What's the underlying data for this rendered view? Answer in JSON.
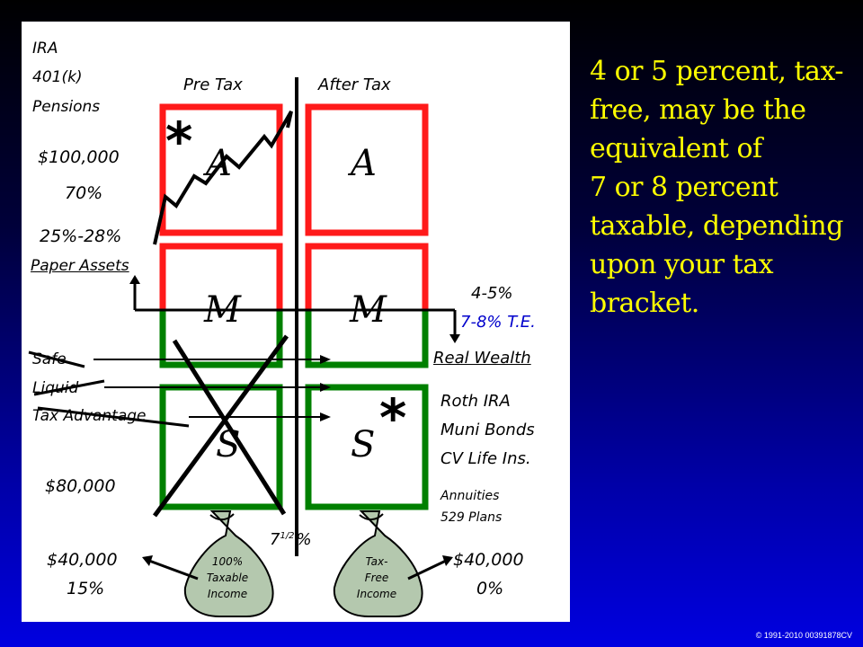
{
  "left_labels": {
    "ira": "IRA",
    "k401": "401(k)",
    "pensions": "Pensions",
    "amount_100k": "$100,000",
    "pct_70": "70%",
    "pct_25_28": "25%-28%",
    "paper_assets": "Paper Assets",
    "safe": "Safe",
    "liquid": "Liquid",
    "tax_advantage": "Tax Advantage",
    "amount_80k": "$80,000",
    "amount_40k_left": "$40,000",
    "pct_15": "15%"
  },
  "columns": {
    "pre_tax": "Pre Tax",
    "after_tax": "After Tax"
  },
  "boxes": {
    "a_left": "A",
    "a_right": "A",
    "m_left": "M",
    "m_right": "M",
    "s_left": "S",
    "s_right": "S",
    "asterisk_top": "*",
    "asterisk_bottom": "*"
  },
  "right_labels": {
    "rate_4_5": "4-5%",
    "rate_7_8": "7-8% T.E.",
    "real_wealth": "Real Wealth",
    "roth_ira": "Roth IRA",
    "muni_bonds": "Muni Bonds",
    "cv_life": "CV Life Ins.",
    "annuities": "Annuities",
    "plans_529": "529 Plans",
    "amount_40k_right": "$40,000",
    "pct_0": "0%"
  },
  "center": {
    "seven": "7",
    "fraction": "1/2",
    "percent": "%"
  },
  "bags": {
    "left_line1": "100%",
    "left_line2": "Taxable",
    "left_line3": "Income",
    "right_line1": "Tax-",
    "right_line2": "Free",
    "right_line3": "Income"
  },
  "side_text": {
    "line1": "4 or 5 percent, tax-",
    "line2": "free, may be the",
    "line3": "equivalent of",
    "line4": "7 or 8 percent",
    "line5": "taxable, depending",
    "line6": "upon your tax",
    "line7": "bracket."
  },
  "copyright": "© 1991-2010  00391878CV",
  "colors": {
    "red": "#ff1a1a",
    "green": "#008000",
    "yellow_text": "#ffff00",
    "blue_text": "#0000cc",
    "bag_fill": "#b4c8ae"
  }
}
